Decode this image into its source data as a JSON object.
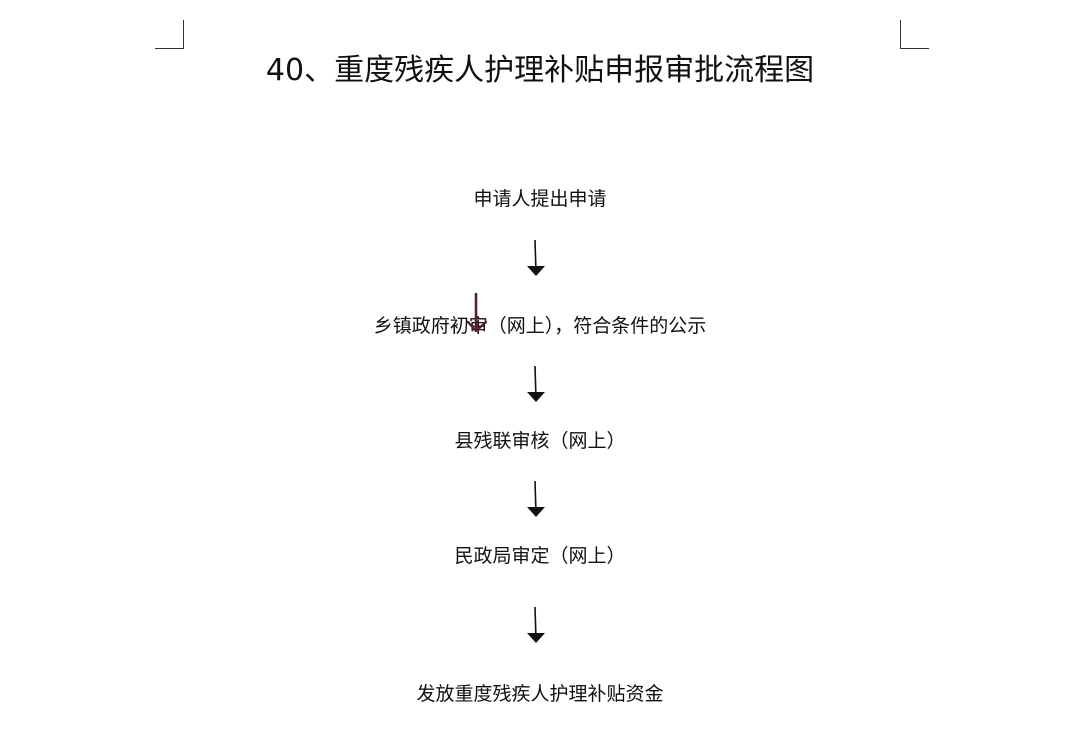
{
  "document": {
    "title": "40、重度残疾人护理补贴申报审批流程图"
  },
  "flow": {
    "steps": [
      {
        "label": "申请人提出申请"
      },
      {
        "label": "乡镇政府初审（网上），符合条件的公示"
      },
      {
        "label": "县残联审核（网上）"
      },
      {
        "label": "民政局审定（网上）"
      },
      {
        "label": "发放重度残疾人护理补贴资金"
      }
    ],
    "arrow_icon": "arrow-down-icon"
  },
  "colors": {
    "text": "#111111",
    "arrow": "#111111",
    "cursor": "#5a1f2e",
    "background": "#ffffff"
  },
  "overlay": {
    "cursor_icon": "arrow-cursor-icon"
  }
}
